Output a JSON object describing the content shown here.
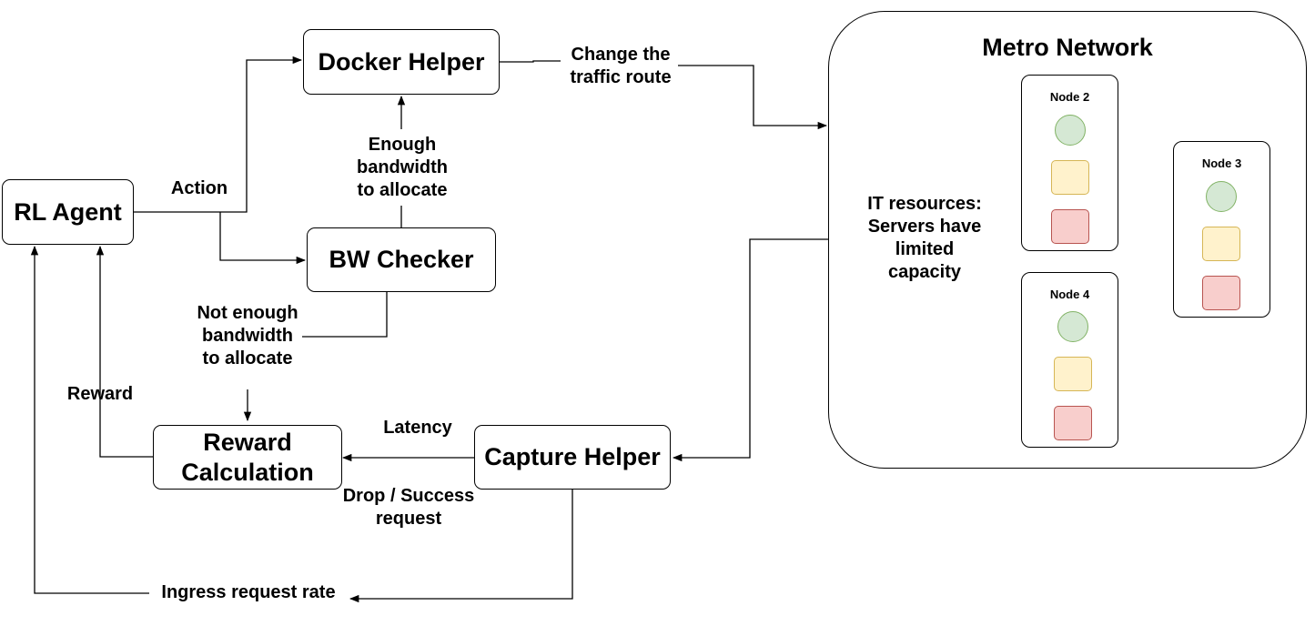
{
  "blocks": {
    "rl_agent": "RL Agent",
    "docker_helper": "Docker Helper",
    "bw_checker": "BW Checker",
    "reward_calc_line1": "Reward",
    "reward_calc_line2": "Calculation",
    "capture_helper": "Capture Helper"
  },
  "edges": {
    "action": "Action",
    "change_route_line1": "Change the",
    "change_route_line2": "traffic route",
    "enough_bw_line1": "Enough",
    "enough_bw_line2": "bandwidth",
    "enough_bw_line3": "to allocate",
    "not_enough_bw_line1": "Not enough",
    "not_enough_bw_line2": "bandwidth",
    "not_enough_bw_line3": "to allocate",
    "reward": "Reward",
    "latency": "Latency",
    "drop_success_line1": "Drop / Success",
    "drop_success_line2": "request",
    "ingress_rate": "Ingress request rate"
  },
  "metro": {
    "title": "Metro Network",
    "it_line1": "IT resources:",
    "it_line2": "Servers have",
    "it_line3": "limited",
    "it_line4": "capacity",
    "nodes": [
      "Node 2",
      "Node 3",
      "Node 4"
    ]
  },
  "colors": {
    "green_fill": "#d5e8d4",
    "yellow_fill": "#fff2cc",
    "red_fill": "#f8cecc"
  }
}
